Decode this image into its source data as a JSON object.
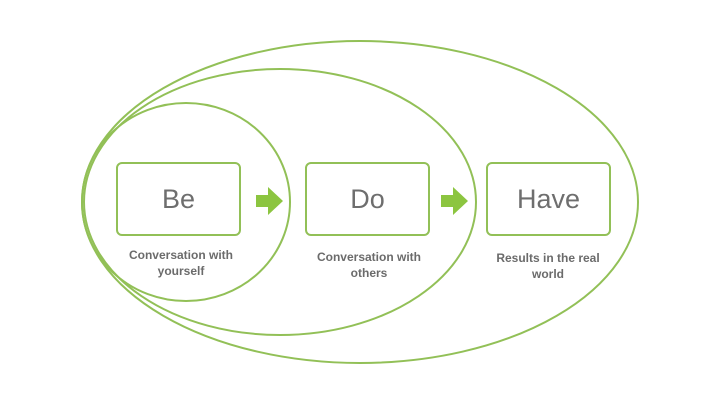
{
  "colors": {
    "outline": "#92c057",
    "arrow": "#8cc540",
    "label_text": "#6e6e6e",
    "caption_text": "#6b6b6b",
    "background": "#ffffff"
  },
  "stages": [
    {
      "label": "Be",
      "caption": "Conversation with\nyourself"
    },
    {
      "label": "Do",
      "caption": "Conversation with\nothers"
    },
    {
      "label": "Have",
      "caption": "Results in the real\nworld"
    }
  ],
  "icons": [
    "arrow-right-icon",
    "arrow-right-icon"
  ]
}
